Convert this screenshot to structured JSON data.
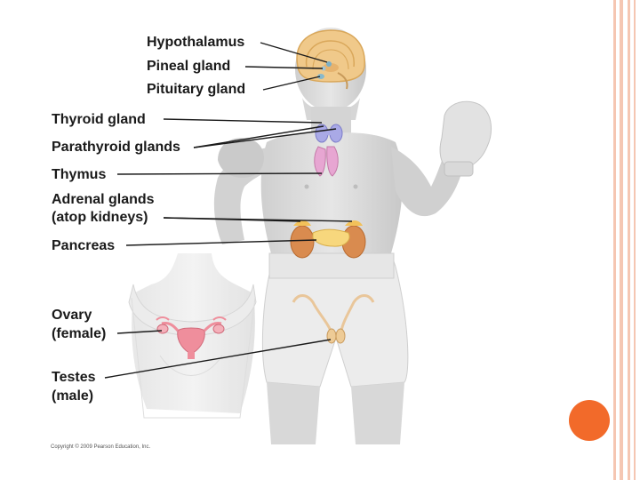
{
  "colors": {
    "accent": "#f26a2a",
    "stripe": "#f5c6b2",
    "skin": "#dcdcdc",
    "skin_shadow": "#c9c9c9"
  },
  "labels": {
    "hypothalamus": "Hypothalamus",
    "pineal": "Pineal gland",
    "pituitary": "Pituitary gland",
    "thyroid": "Thyroid gland",
    "parathyroid": "Parathyroid glands",
    "thymus": "Thymus",
    "adrenal_line1": "Adrenal glands",
    "adrenal_line2": "(atop kidneys)",
    "pancreas": "Pancreas",
    "ovary_line1": "Ovary",
    "ovary_line2": "(female)",
    "testes_line1": "Testes",
    "testes_line2": "(male)"
  },
  "copyright": "Copyright © 2009 Pearson Education, Inc."
}
